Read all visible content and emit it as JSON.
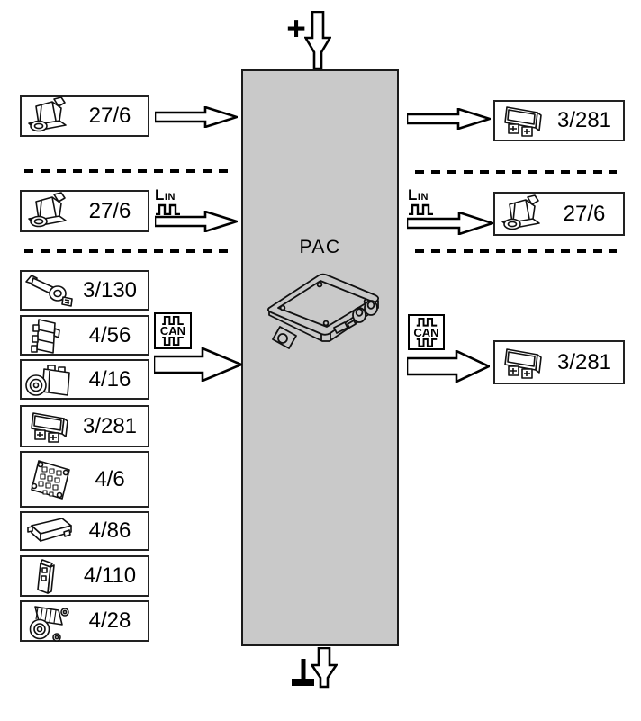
{
  "module": {
    "name": "PAC",
    "icon": "control-unit-illustration"
  },
  "power": {
    "positive_label": "+",
    "ground_icon": "ground-symbol"
  },
  "buses": {
    "lin_label": "LIN",
    "can_label": "CAN"
  },
  "left_column": {
    "item_top": {
      "label": "27/6",
      "icon": "camera-sensor-icon"
    },
    "item_lin": {
      "label": "27/6",
      "icon": "camera-sensor-icon"
    },
    "can_group": [
      {
        "label": "3/130",
        "icon": "steering-stalk-icon"
      },
      {
        "label": "4/56",
        "icon": "bracket-module-icon"
      },
      {
        "label": "4/16",
        "icon": "abs-unit-icon"
      },
      {
        "label": "3/281",
        "icon": "display-unit-icon"
      },
      {
        "label": "4/6",
        "icon": "fuse-box-icon"
      },
      {
        "label": "4/86",
        "icon": "flat-ecu-icon"
      },
      {
        "label": "4/110",
        "icon": "narrow-module-icon"
      },
      {
        "label": "4/28",
        "icon": "actuator-motor-icon"
      }
    ]
  },
  "right_column": {
    "item_top": {
      "label": "3/281",
      "icon": "display-unit-icon"
    },
    "item_lin": {
      "label": "27/6",
      "icon": "camera-sensor-icon"
    },
    "item_can": {
      "label": "3/281",
      "icon": "display-unit-icon"
    }
  }
}
